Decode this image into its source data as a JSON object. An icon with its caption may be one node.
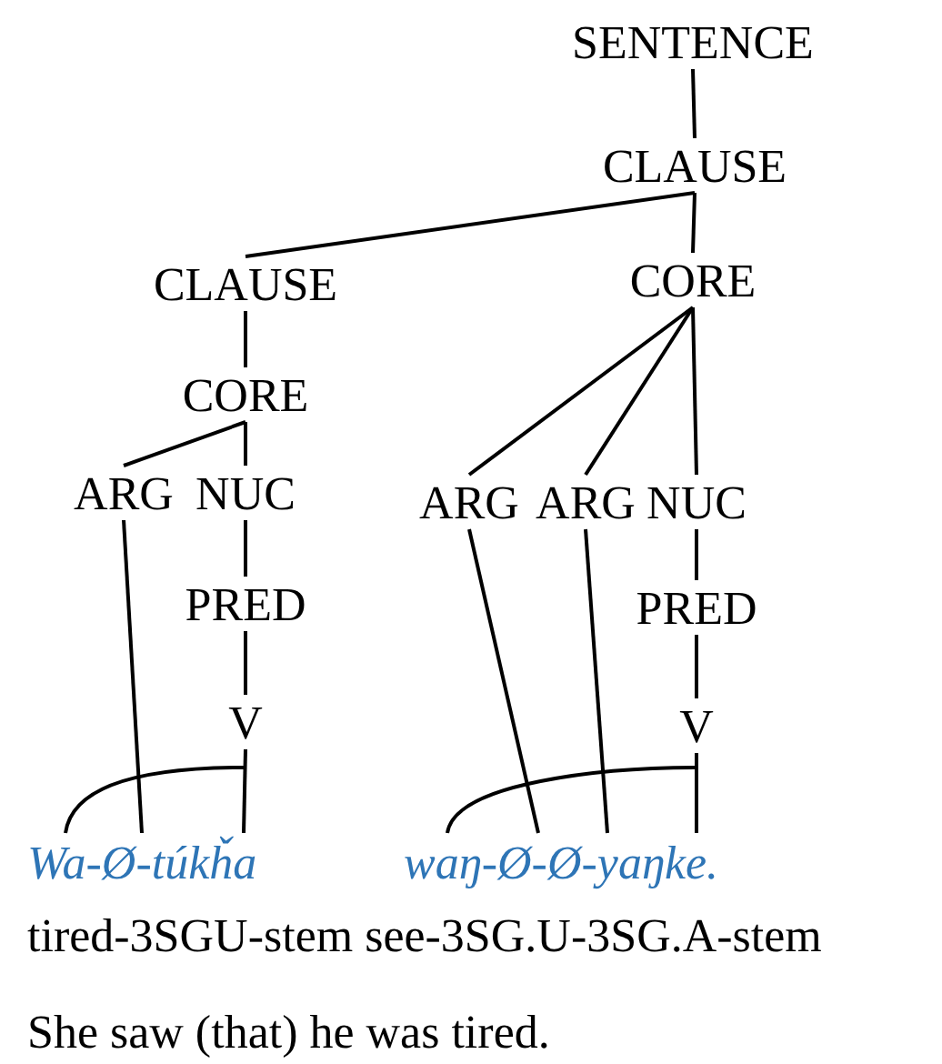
{
  "diagram": {
    "nodes": [
      {
        "text": [
          "SENTENCE"
        ]
      },
      {
        "text": [
          "CLAUSE"
        ]
      },
      {
        "text": [
          "CLAUSE"
        ]
      },
      {
        "text": [
          "CORE"
        ]
      },
      {
        "text": [
          "CORE"
        ]
      },
      {
        "text": [
          "ARG"
        ]
      },
      {
        "text": [
          "NUC"
        ]
      },
      {
        "text": [
          "ARG"
        ]
      },
      {
        "text": [
          "ARG"
        ]
      },
      {
        "text": [
          "NUC"
        ]
      },
      {
        "text": [
          "PRED"
        ]
      },
      {
        "text": [
          "PRED"
        ]
      },
      {
        "text": [
          "V"
        ]
      },
      {
        "text": [
          "V"
        ]
      },
      {
        "text": [
          "Wa-Ø-túkȟa"
        ]
      },
      {
        "text": [
          "waŋ-Ø-Ø-yaŋke."
        ]
      }
    ],
    "edges": [
      {
        "from": 0,
        "to": 1,
        "arrow": "none"
      },
      {
        "from": 1,
        "to": 2,
        "arrow": "none"
      },
      {
        "from": 1,
        "to": 3,
        "arrow": "none"
      },
      {
        "from": 2,
        "to": 4,
        "arrow": "none"
      },
      {
        "from": 4,
        "to": 5,
        "arrow": "none"
      },
      {
        "from": 4,
        "to": 6,
        "arrow": "none"
      },
      {
        "from": 6,
        "to": 10,
        "arrow": "none"
      },
      {
        "from": 10,
        "to": 12,
        "arrow": "none"
      },
      {
        "from": 3,
        "to": 7,
        "arrow": "none"
      },
      {
        "from": 3,
        "to": 8,
        "arrow": "none"
      },
      {
        "from": 3,
        "to": 9,
        "arrow": "none"
      },
      {
        "from": 9,
        "to": 11,
        "arrow": "none"
      },
      {
        "from": 11,
        "to": 13,
        "arrow": "none"
      },
      {
        "from": 5,
        "to": 14,
        "arrow": "none"
      },
      {
        "from": 12,
        "to": 14,
        "arrow": "none"
      },
      {
        "from": 7,
        "to": 15,
        "arrow": "none"
      },
      {
        "from": 8,
        "to": 15,
        "arrow": "none"
      },
      {
        "from": 13,
        "to": 15,
        "arrow": "none"
      }
    ],
    "labels": [
      "tired-3SGU-stem see-3SG.U-3SG.A-stem",
      "She saw (that) he was tired."
    ]
  }
}
